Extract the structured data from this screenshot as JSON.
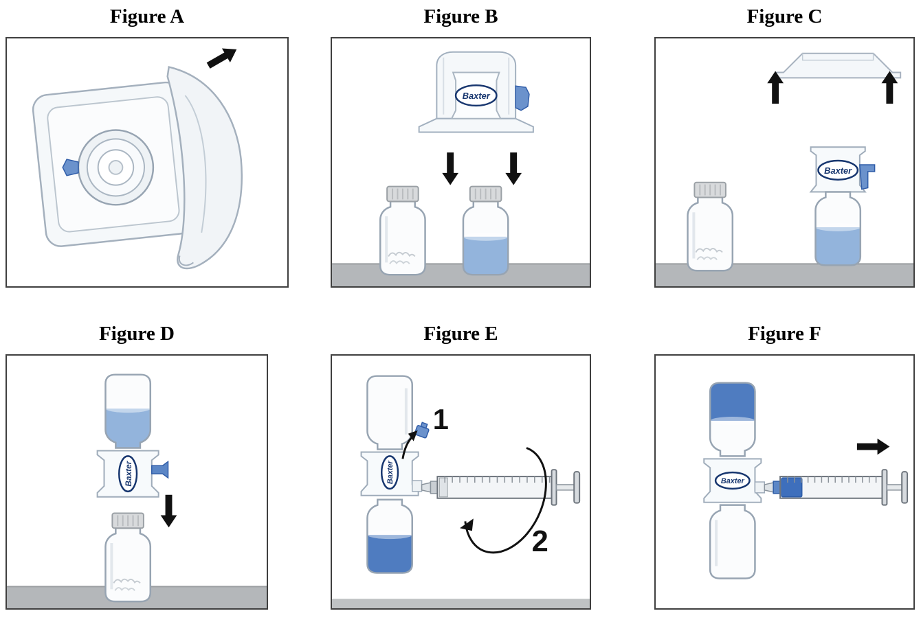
{
  "page": {
    "background": "#ffffff"
  },
  "brand": {
    "name": "Baxter",
    "color": "#17366f"
  },
  "colors": {
    "liquid_blue": "#93b4dc",
    "deep_blue": "#4f7cc0",
    "clamp_blue": "#6b92cc",
    "floor_gray": "#b4b7ba",
    "outline_gray": "#97a4b2",
    "arrow_black": "#111111"
  },
  "figures": [
    {
      "label": "Figure A",
      "illustration": "peel-open-blister-package"
    },
    {
      "label": "Figure B",
      "illustration": "vial-adapter-package-above-two-vials"
    },
    {
      "label": "Figure C",
      "illustration": "package-cover-removed-adapter-on-diluent-vial"
    },
    {
      "label": "Figure D",
      "illustration": "invert-diluent-vial-onto-powder-vial"
    },
    {
      "label": "Figure E",
      "illustration": "remove-cap-attach-syringe-rotate",
      "steps": [
        {
          "label": "1"
        },
        {
          "label": "2"
        }
      ]
    },
    {
      "label": "Figure F",
      "illustration": "withdraw-solution-into-syringe"
    }
  ]
}
